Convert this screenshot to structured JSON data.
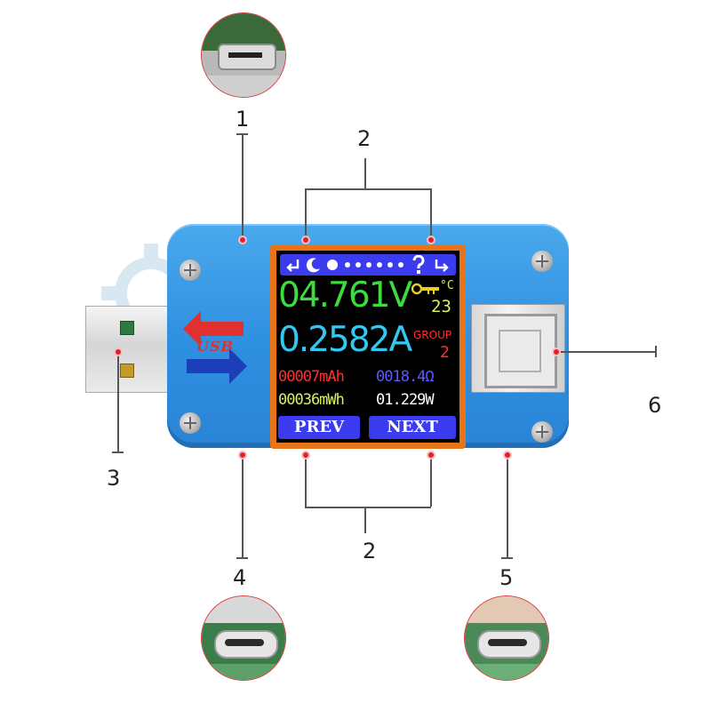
{
  "callouts": {
    "c1": "1",
    "c2_top": "2",
    "c2_bottom": "2",
    "c3": "3",
    "c4": "4",
    "c5": "5",
    "c6": "6"
  },
  "device": {
    "logo_text": "USB",
    "screen": {
      "status_icons": [
        "back-arrow-icon",
        "moon-icon",
        "brightness-icon",
        "question-icon",
        "forward-arrow-icon"
      ],
      "voltage": "04.761V",
      "temp_unit": "°C",
      "temp_value": "23",
      "current": "0.2582A",
      "group_label": "GROUP",
      "group_value": "2",
      "capacity_mah": "00007mAh",
      "resistance": "0018.4Ω",
      "energy_mwh": "00036mWh",
      "power": "01.229W",
      "prev_label": "PREV",
      "next_label": "NEXT"
    }
  },
  "colors": {
    "device_blue": "#2e8fe0",
    "screen_frame_orange": "#e8741a",
    "voltage_green": "#3ddc3d",
    "current_cyan": "#33c8f0",
    "red": "#ff3030",
    "blue_text": "#5a5aff",
    "yellow_green": "#d8f060",
    "callout_dot": "#e0202a"
  }
}
